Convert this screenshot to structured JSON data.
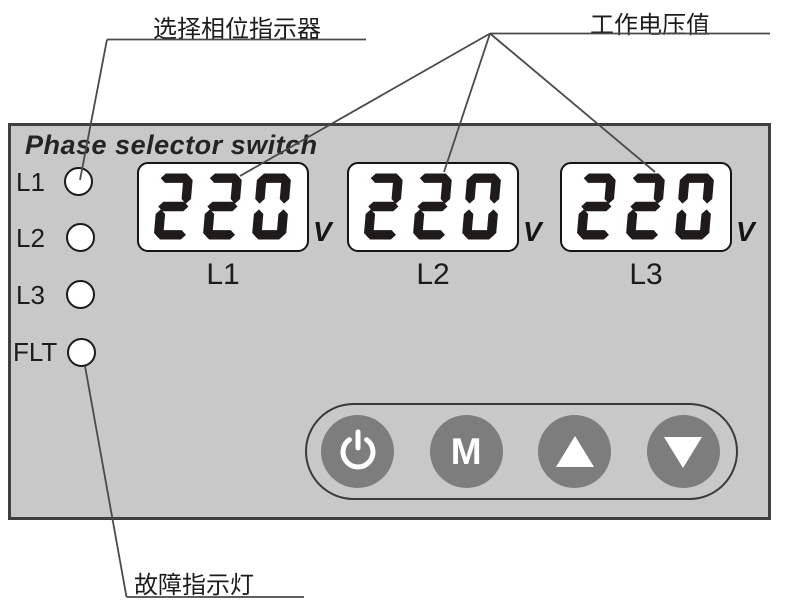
{
  "annotations": {
    "phase_selector_indicator": "选择相位指示器",
    "working_voltage": "工作电压值",
    "fault_indicator": "故障指示灯"
  },
  "panel": {
    "title": "Phase selector switch",
    "indicators": [
      {
        "label": "L1"
      },
      {
        "label": "L2"
      },
      {
        "label": "L3"
      },
      {
        "label": "FLT"
      }
    ],
    "displays": [
      {
        "value": "220",
        "unit": "V",
        "phase": "L1"
      },
      {
        "value": "220",
        "unit": "V",
        "phase": "L2"
      },
      {
        "value": "220",
        "unit": "V",
        "phase": "L3"
      }
    ],
    "buttons": {
      "power": {
        "icon": "power-icon"
      },
      "mode": {
        "label": "M"
      },
      "up": {
        "icon": "up-triangle-icon"
      },
      "down": {
        "icon": "down-triangle-icon"
      }
    },
    "colors": {
      "panel_bg": "#c8c8c8",
      "display_bg": "#ffffff",
      "segment": "#201b1b",
      "button_bg": "#7d7d7d",
      "annotation_line": "#4a4a4a"
    }
  }
}
